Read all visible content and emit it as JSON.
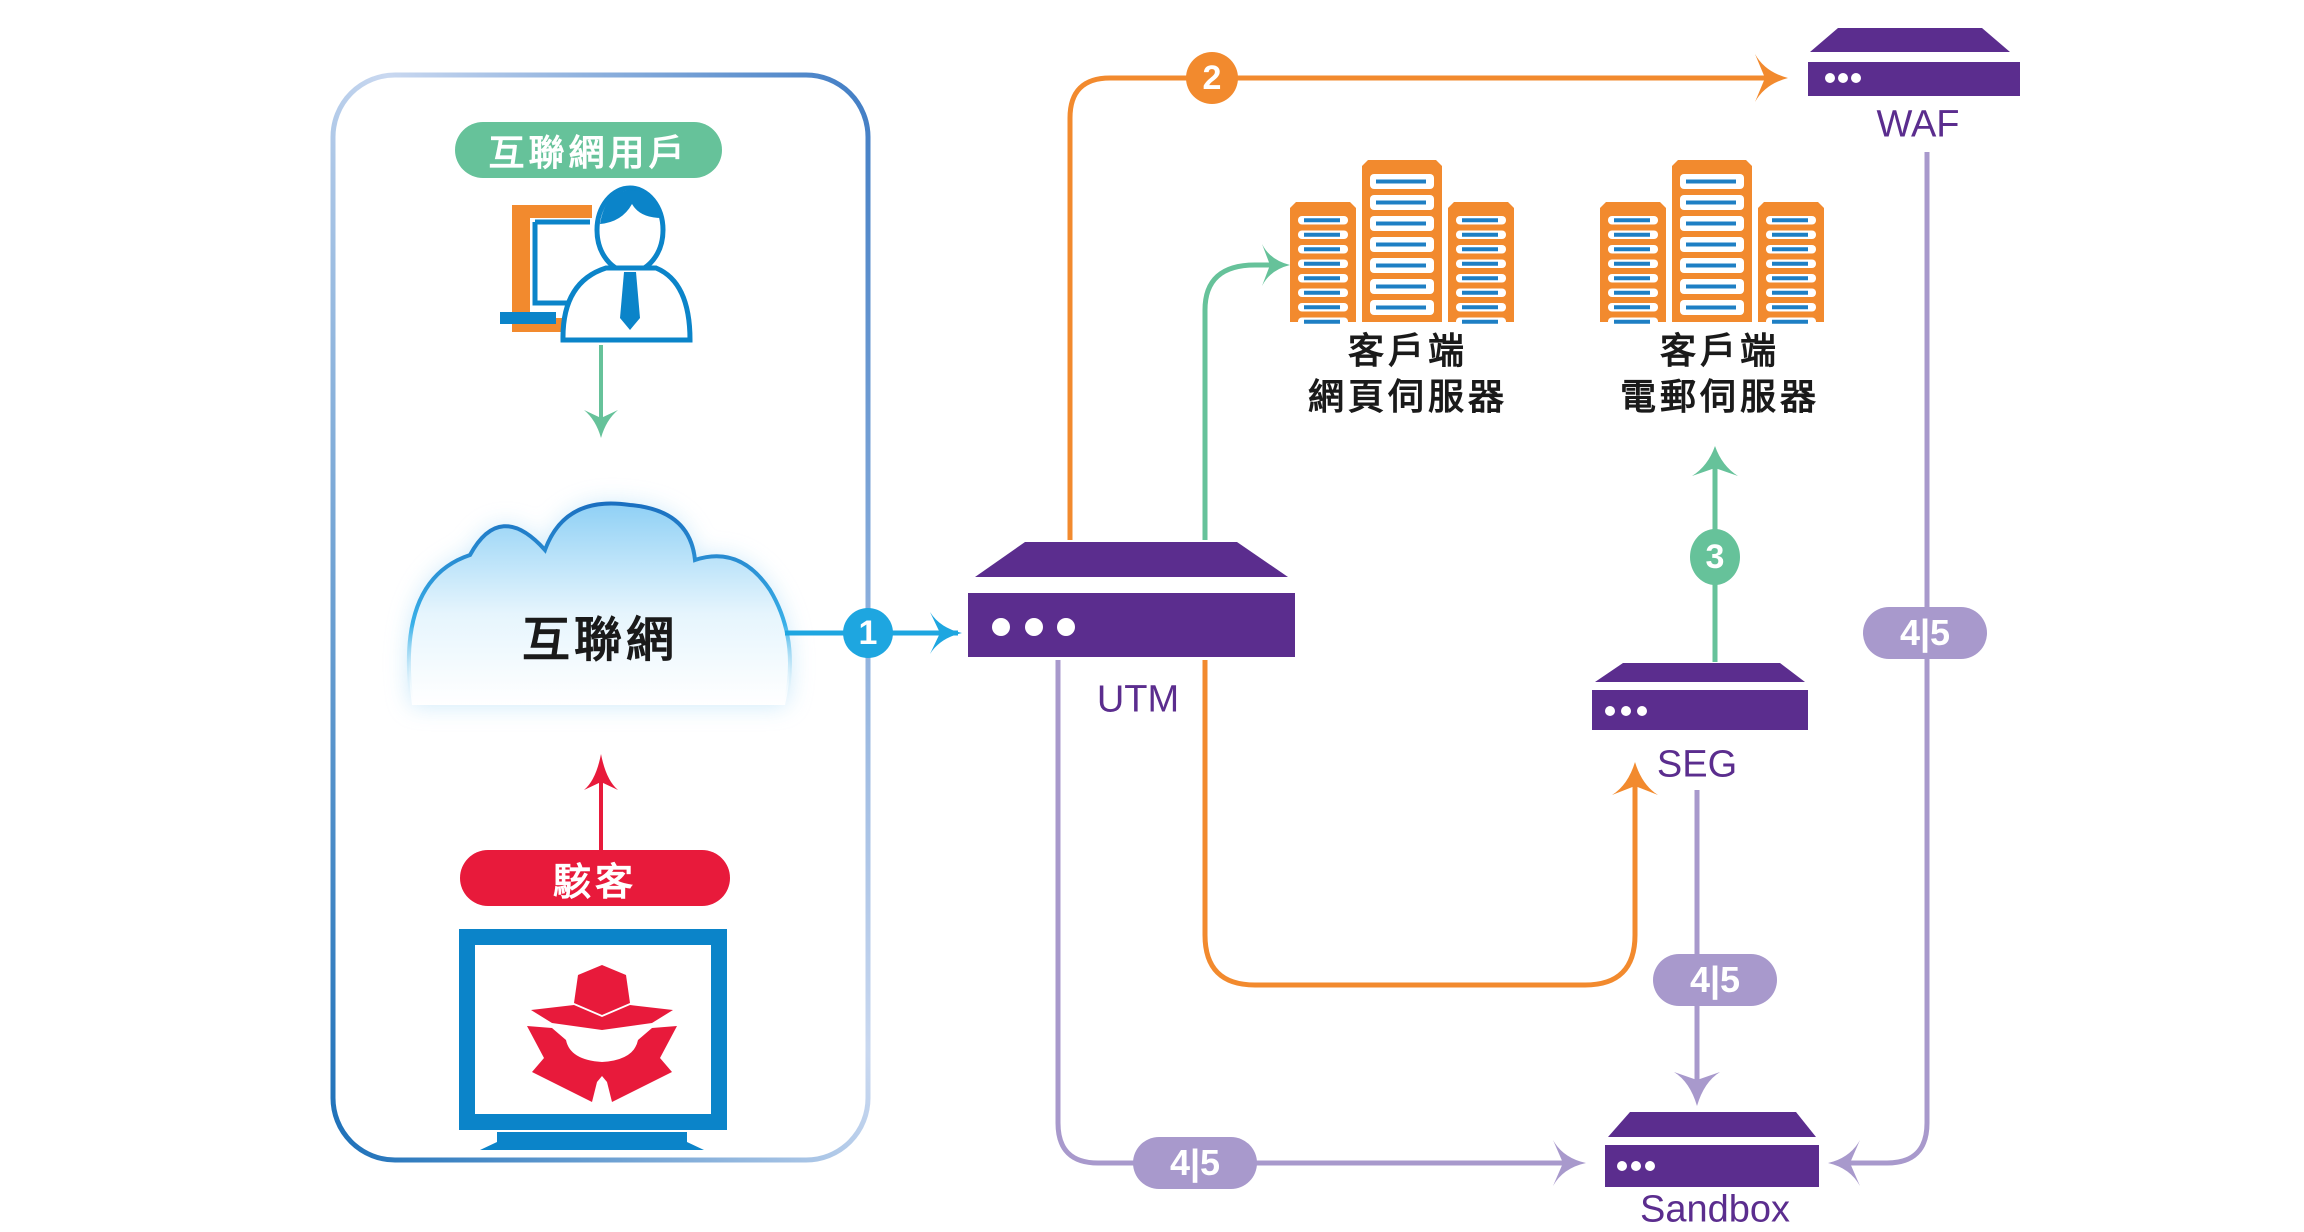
{
  "colors": {
    "purple": "#5b2d8e",
    "orange": "#f28a2e",
    "green": "#66c29a",
    "lilac": "#a899cc",
    "blue": "#1ea6e0",
    "panel_blue": "#1b6fb8",
    "red": "#e81a3b",
    "icon_blue": "#0b84c9"
  },
  "left_panel": {
    "user_badge": "互聯網用戶",
    "cloud_label": "互聯網",
    "hacker_badge": "駭客"
  },
  "devices": {
    "utm": "UTM",
    "waf": "WAF",
    "seg": "SEG",
    "sandbox": "Sandbox"
  },
  "servers": {
    "web": {
      "line1": "客戶端",
      "line2": "網頁伺服器"
    },
    "mail": {
      "line1": "客戶端",
      "line2": "電郵伺服器"
    }
  },
  "steps": {
    "s1": "1",
    "s2": "2",
    "s3": "3"
  },
  "badges": {
    "waf_to_sandbox": "4|5",
    "seg_to_sandbox": "4|5",
    "utm_to_sandbox": "4|5"
  }
}
